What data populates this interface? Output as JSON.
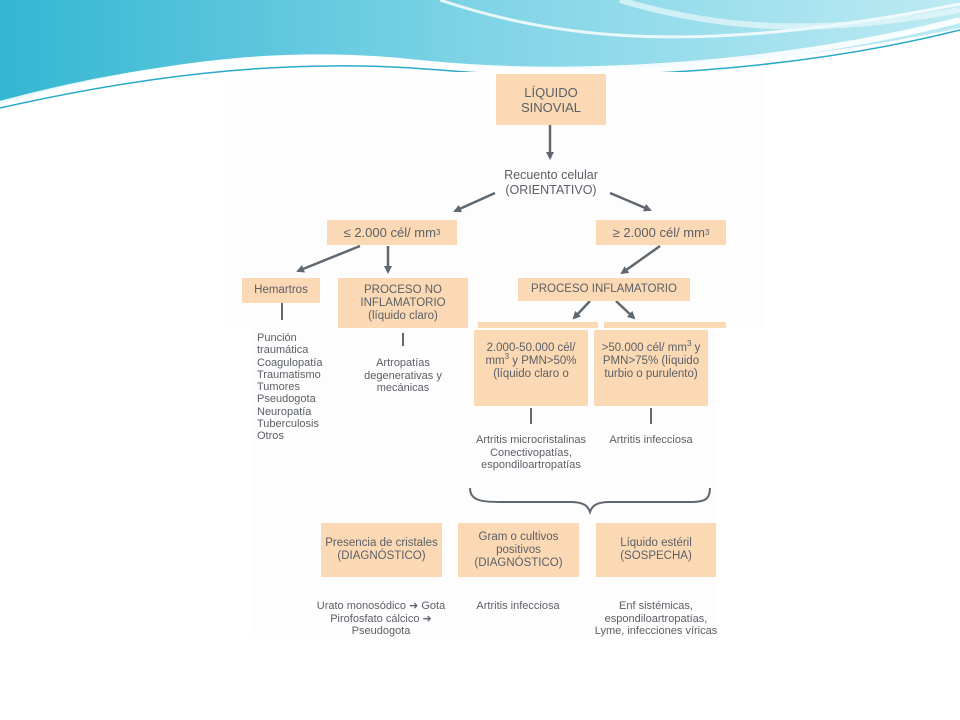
{
  "diagram": {
    "root": "LÍQUIDO SINOVIAL",
    "count_node": "Recuento celular (ORIENTATIVO)",
    "low_count": "≤ 2.000 cél/ mm",
    "high_count": "≥ 2.000 cél/ mm",
    "exp3": "3",
    "hemartros": "Hemartros",
    "no_inflam": "PROCESO NO INFLAMATORIO (líquido claro)",
    "inflam": "PROCESO INFLAMATORIO",
    "hemartros_causes": [
      "Punción traumática",
      "Coagulopatía",
      "Traumatismo",
      "Tumores",
      "Pseudogota",
      "Neuropatía",
      "Tuberculosis",
      "Otros"
    ],
    "no_inflam_causes": "Artropatías degenerativas y mecánicas",
    "mid_range_a": "2.000-50.000 cél/ mm",
    "mid_range_b": "y PMN>50% (líquido claro o",
    "high_range_a": ">50.000 cél/ mm",
    "high_range_b": "y PMN>75% (líquido turbio o purulento)",
    "mid_causes": "Artritis microcristalinas Conectivopatías, espondiloartropatías",
    "high_causes": "Artritis infecciosa",
    "crystals": "Presencia de cristales (DIAGNÓSTICO)",
    "gram": "Gram o cultivos positivos (DIAGNÓSTICO)",
    "sterile": "Líquido estéril (SOSPECHA)",
    "crystal_r1a": "Urato monosódico",
    "crystal_r1b": "Gota",
    "crystal_r2": "Pirofosfato cálcico",
    "crystal_r3": "Pseudogota",
    "gram_result": "Artritis infecciosa",
    "sterile_result": "Enf sistémicas, espondiloartropatías, Lyme, infecciones víricas"
  },
  "colors": {
    "box": "#fbd9b5",
    "arrow": "#5f6770",
    "wave_dark": "#2aa8c8",
    "wave_light": "#9fe0ee"
  }
}
